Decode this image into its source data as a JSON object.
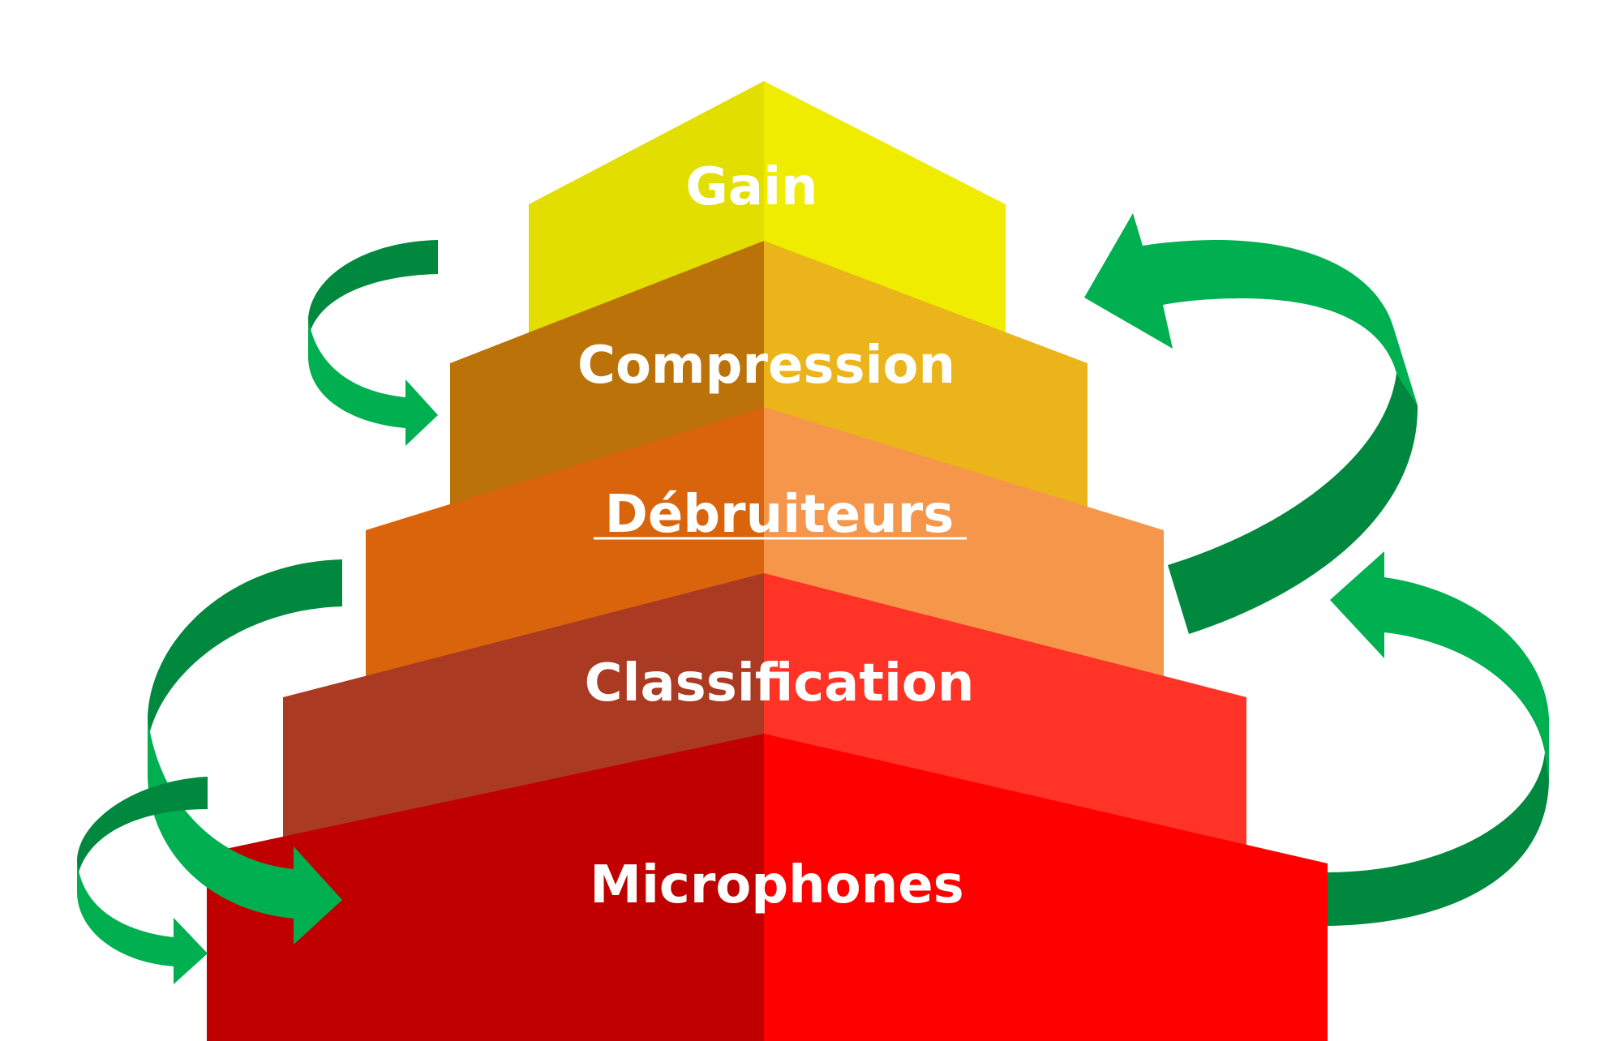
{
  "tiers": [
    {
      "id": "gain",
      "label": "Gain",
      "color_left": "#e1de00",
      "color_right": "#f0ec00"
    },
    {
      "id": "compression",
      "label": "Compression",
      "color_left": "#bb7309",
      "color_right": "#ebb41b"
    },
    {
      "id": "debruiteurs",
      "label": "Débruiteurs",
      "color_left": "#d9640b",
      "color_right": "#f5964a"
    },
    {
      "id": "classification",
      "label": "Classification",
      "color_left": "#aa3a22",
      "color_right": "#ff3326"
    },
    {
      "id": "microphones",
      "label": "Microphones",
      "color_left": "#c00000",
      "color_right": "#ff0000"
    }
  ],
  "arrow_colors": {
    "light": "#00b050",
    "dark": "#00893e"
  }
}
